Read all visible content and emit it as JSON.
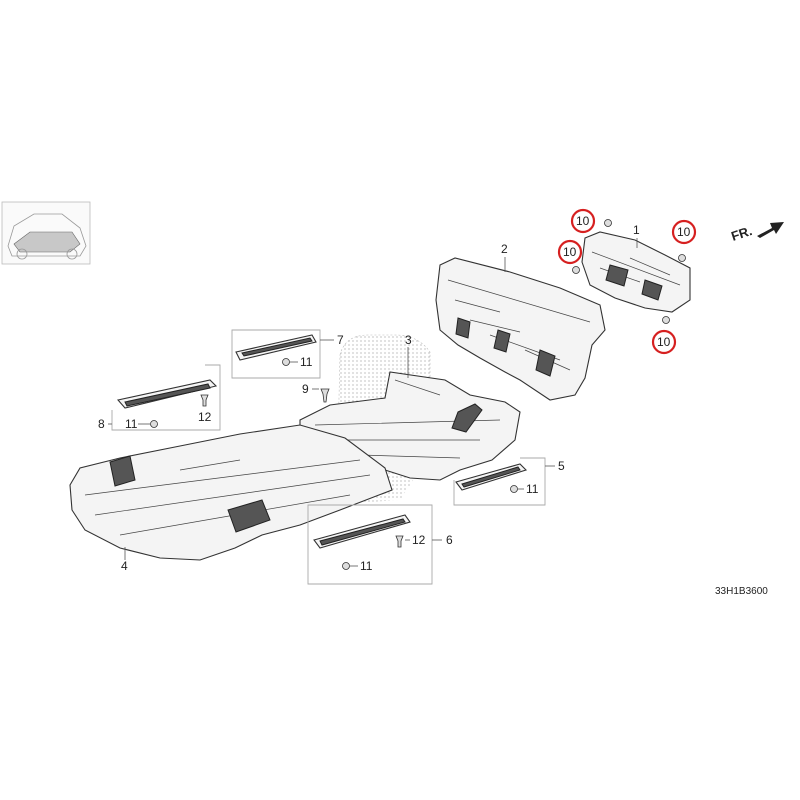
{
  "diagram": {
    "code": "33H1B3600",
    "direction_label": "FR.",
    "highlight_color": "#d62020",
    "callouts": {
      "c1": "1",
      "c2": "2",
      "c3": "3",
      "c4": "4",
      "c5": "5",
      "c6": "6",
      "c7": "7",
      "c8": "8",
      "c9": "9",
      "c10a": "10",
      "c10b": "10",
      "c10c": "10",
      "c10d": "10",
      "c11a": "11",
      "c11b": "11",
      "c11c": "11",
      "c11d": "11",
      "c12a": "12",
      "c12b": "12"
    }
  }
}
